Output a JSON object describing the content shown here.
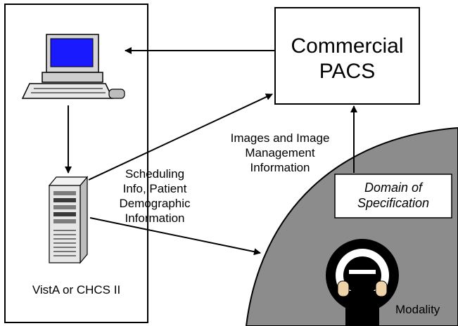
{
  "nodes": {
    "commercial_pacs": [
      "Commercial",
      "PACS"
    ],
    "domain_of_specification": [
      "Domain of",
      "Specification"
    ],
    "vista_system": "VistA or CHCS II",
    "modality": "Modality"
  },
  "edges": {
    "images_management": [
      "Images and Image",
      "Management",
      "Information"
    ],
    "scheduling_demographics": [
      "Scheduling",
      "Info, Patient",
      "Demographic",
      "Information"
    ]
  },
  "colors": {
    "domain_fill": "#8c8c8c",
    "monitor_screen": "#1a1aff",
    "line": "#000000"
  },
  "icons": {
    "workstation": "computer-workstation-icon",
    "server": "server-tower-icon",
    "scanner": "ct-scanner-icon"
  }
}
